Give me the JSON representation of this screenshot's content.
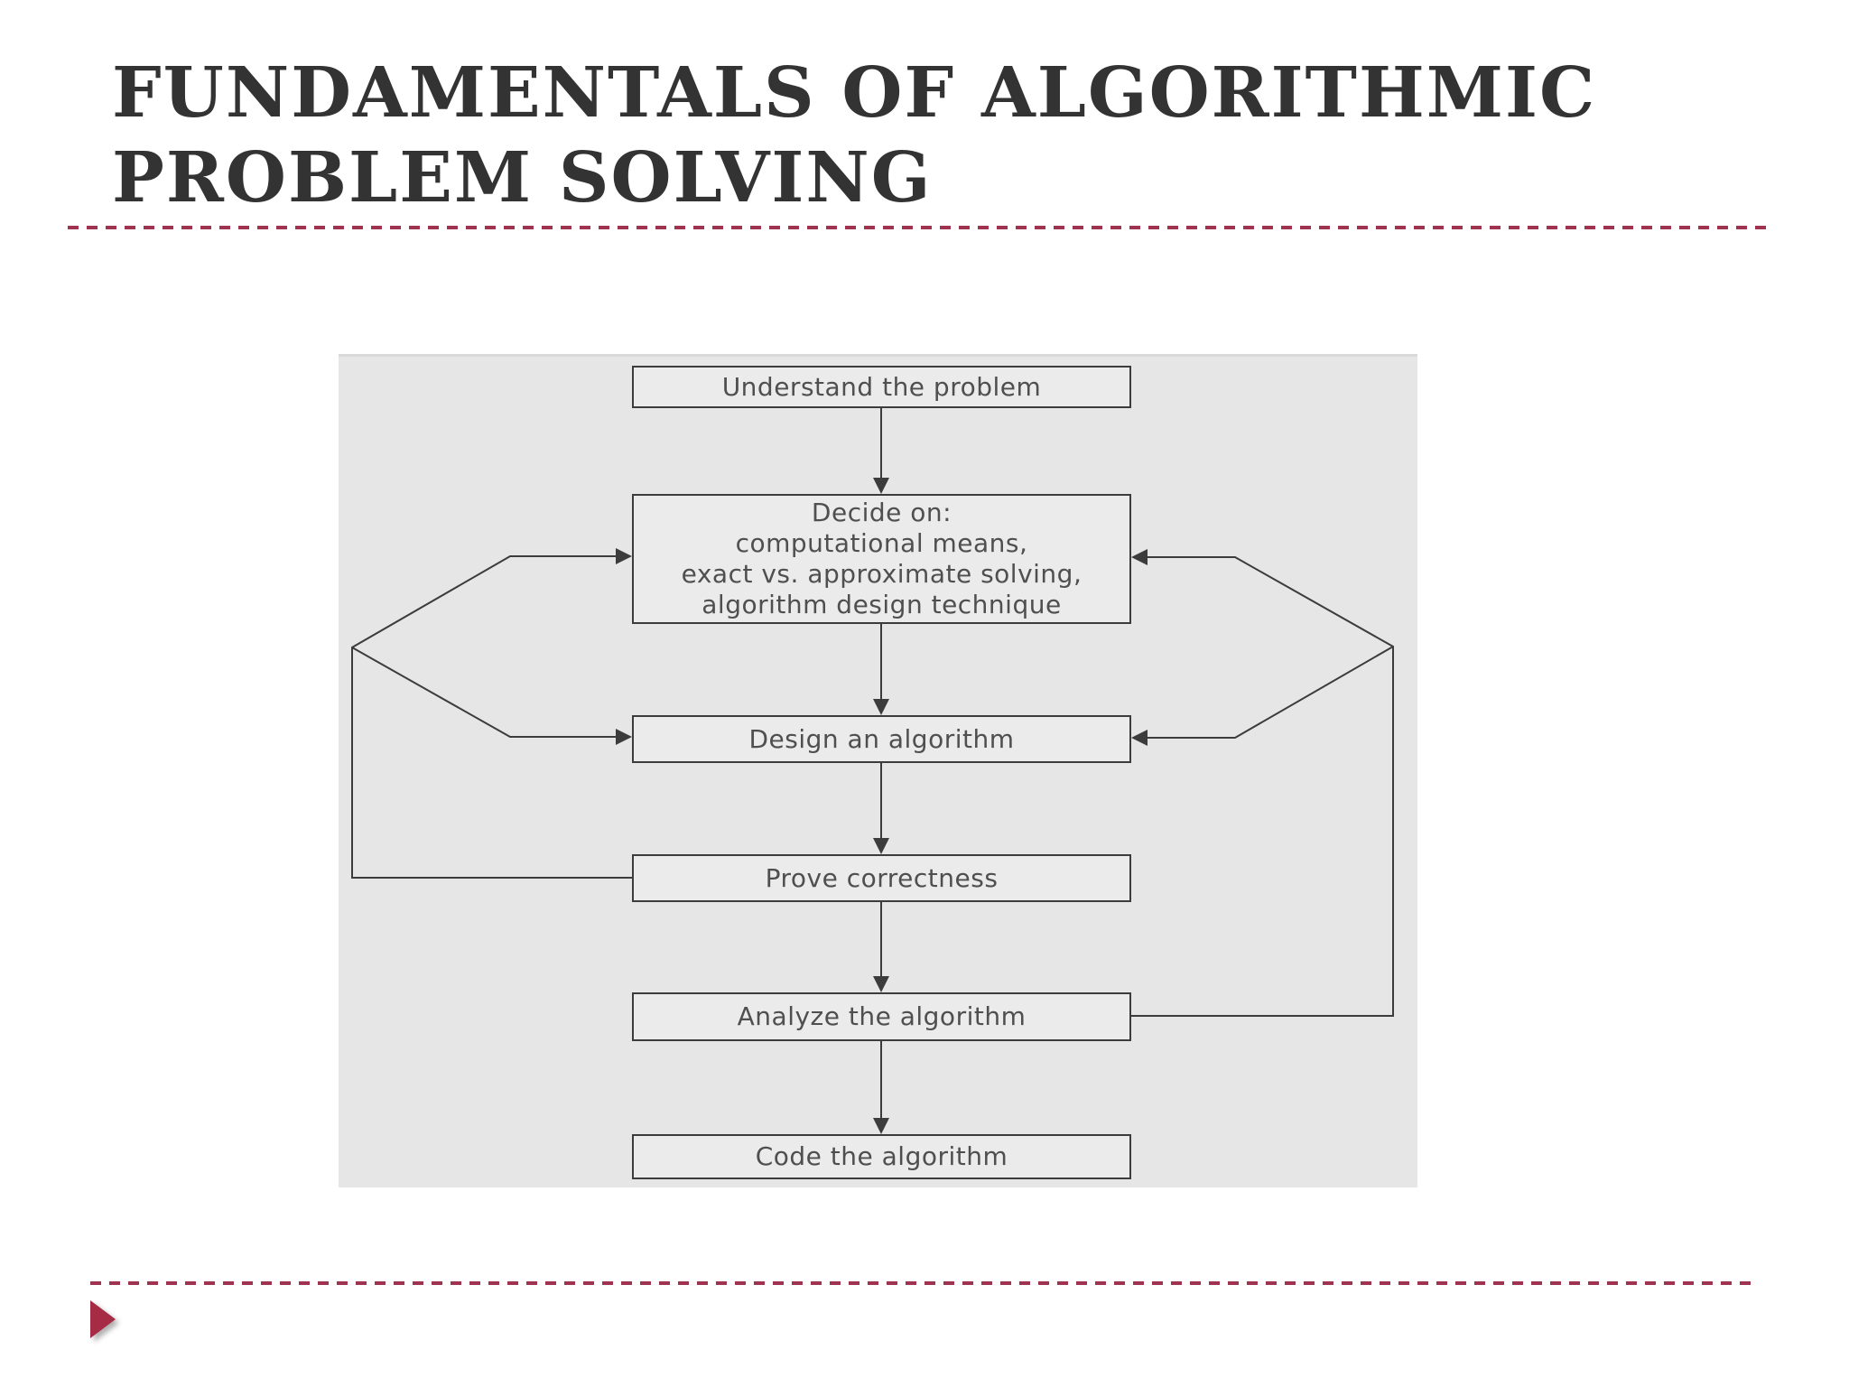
{
  "slide": {
    "title": "FUNDAMENTALS OF ALGORITHMIC\nPROBLEM SOLVING"
  },
  "flowchart": {
    "boxes": [
      {
        "id": "understand",
        "label": "Understand the problem"
      },
      {
        "id": "decide",
        "label": "Decide on:\ncomputational means,\nexact vs. approximate solving,\nalgorithm design technique"
      },
      {
        "id": "design",
        "label": "Design an algorithm"
      },
      {
        "id": "prove",
        "label": "Prove correctness"
      },
      {
        "id": "analyze",
        "label": "Analyze the algorithm"
      },
      {
        "id": "code",
        "label": "Code the algorithm"
      }
    ]
  },
  "colors": {
    "accent_rule": "#a03350",
    "bullet_triangle": "#a52c44",
    "panel_background": "#e6e6e6",
    "box_background": "#ebebeb",
    "box_border": "#3c3c3c",
    "box_text": "#4f4f4f",
    "title_text": "#333333"
  }
}
